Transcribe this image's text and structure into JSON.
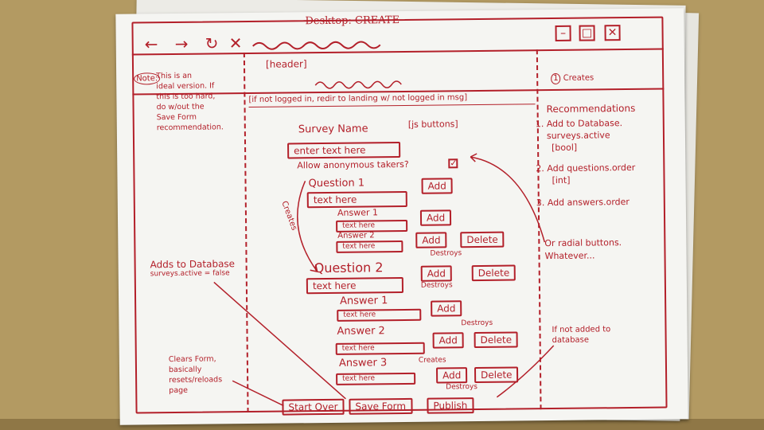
{
  "page": {
    "title": "Desktop: CREATE"
  },
  "browser": {
    "back_icon": "←",
    "forward_icon": "→",
    "reload_icon": "↻",
    "close_icon": "✕",
    "minimize_label": "–",
    "maximize_label": "□",
    "close_window_label": "✕"
  },
  "header": {
    "label": "[header]",
    "login_note": "[if not logged in, redir to landing w/ not logged in msg]"
  },
  "left_sidebar": {
    "note_badge": "Note:",
    "note_lines": [
      "This is an",
      "ideal version. If",
      "this is too hard,",
      "do w/out the",
      "Save Form",
      "recommendation."
    ],
    "db_note": [
      "Adds to Database",
      "surveys.active = false"
    ],
    "clears_note": [
      "Clears Form,",
      "basically",
      "resets/reloads",
      "page"
    ]
  },
  "right_sidebar": {
    "creates_label": "Creates",
    "creates_num": "1",
    "recommendations_title": "Recommendations",
    "recs": [
      {
        "num": "1.",
        "lines": [
          "Add to Database.",
          "surveys.active",
          "[bool]"
        ]
      },
      {
        "num": "2.",
        "lines": [
          "Add questions.order",
          "[int]"
        ]
      },
      {
        "num": "3.",
        "lines": [
          "Add answers.order"
        ]
      }
    ],
    "radial_note": [
      "Or radial buttons.",
      "Whatever..."
    ],
    "not_added_note": [
      "If not added to",
      "database"
    ]
  },
  "form": {
    "survey_name_label": "Survey Name",
    "js_buttons": "[js buttons]",
    "survey_name_placeholder": "enter text here",
    "allow_anonymous_label": "Allow anonymous takers?",
    "checkbox_mark": "✓",
    "creates_arrow_label": "Creates",
    "destroys_label": "Destroys",
    "creates_label": "Creates",
    "add_label": "Add",
    "delete_label": "Delete",
    "questions": [
      {
        "label": "Question 1",
        "placeholder": "text here",
        "answers": [
          {
            "label": "Answer 1",
            "placeholder": "text here"
          },
          {
            "label": "Answer 2",
            "placeholder": "text here"
          }
        ]
      },
      {
        "label": "Question 2",
        "placeholder": "text here",
        "answers": [
          {
            "label": "Answer 1",
            "placeholder": "text here"
          },
          {
            "label": "Answer 2",
            "placeholder": "text here"
          },
          {
            "label": "Answer 3",
            "placeholder": "text here"
          }
        ]
      }
    ],
    "actions": {
      "start_over": "Start Over",
      "save_form": "Save Form",
      "publish": "Publish"
    }
  }
}
